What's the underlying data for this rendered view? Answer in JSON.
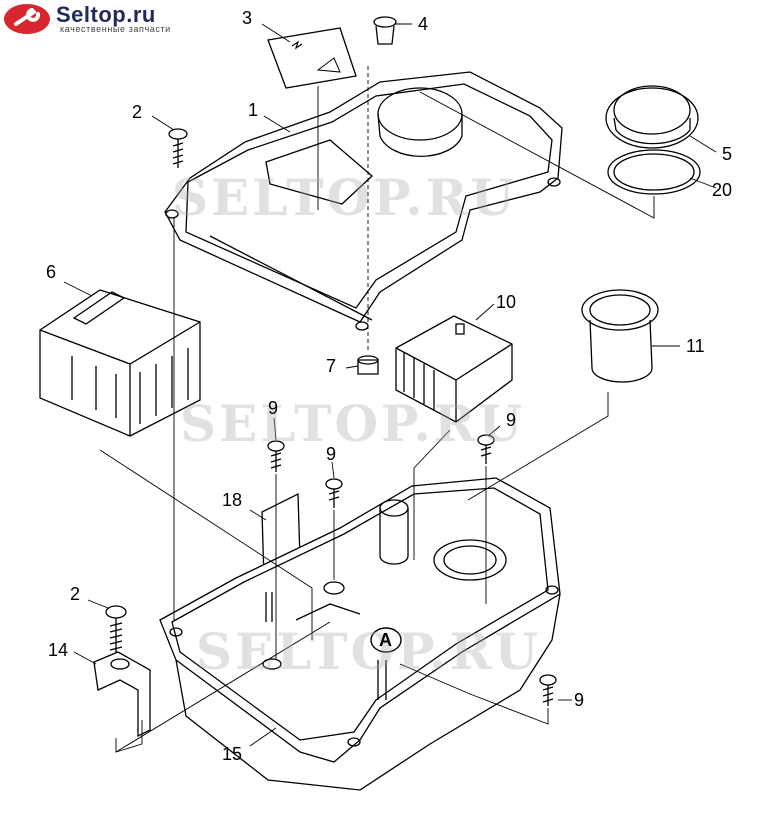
{
  "brand": {
    "name": "Seltop.ru",
    "tagline": "качественные запчасти",
    "accent": "#d7262e",
    "text_color": "#1f2a5c"
  },
  "watermark": "SELTOP.RU",
  "callouts": [
    "3",
    "4",
    "2",
    "1",
    "5",
    "20",
    "6",
    "10",
    "11",
    "7",
    "9",
    "9",
    "9",
    "18",
    "2",
    "14",
    "9",
    "15"
  ],
  "section_marker": "A"
}
